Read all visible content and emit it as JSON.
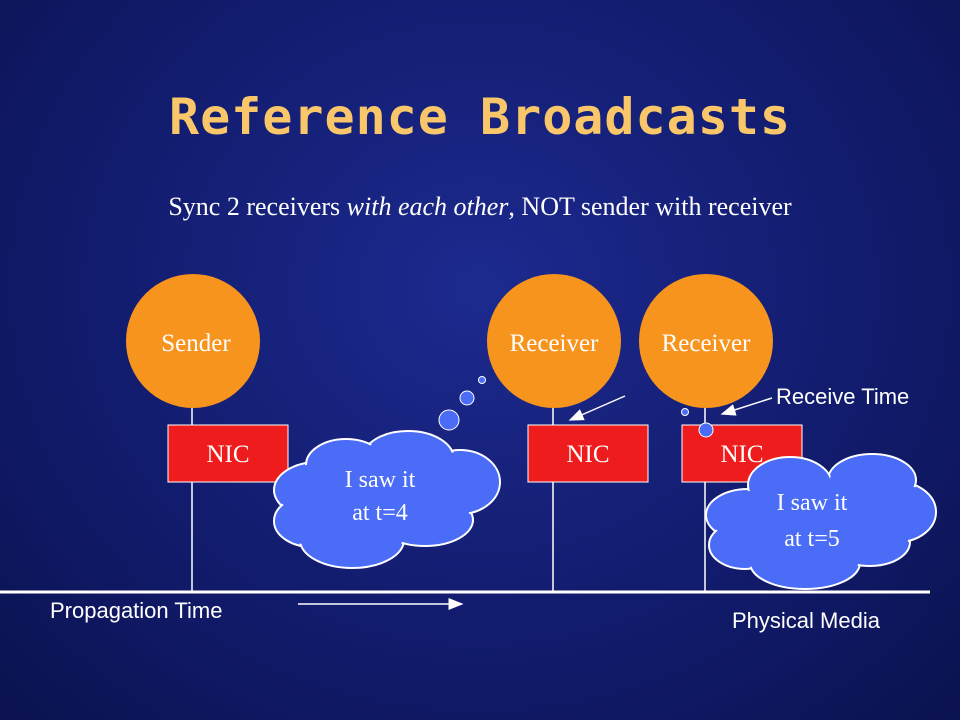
{
  "slide": {
    "title": "Reference Broadcasts",
    "subtitle": {
      "part1": "Sync 2 receivers ",
      "emphasis": "with each other",
      "part2": ", NOT sender with receiver"
    }
  },
  "diagram": {
    "nodes": [
      {
        "id": "sender",
        "label": "Sender",
        "nic": "NIC"
      },
      {
        "id": "receiver-1",
        "label": "Receiver",
        "nic": "NIC"
      },
      {
        "id": "receiver-2",
        "label": "Receiver",
        "nic": "NIC"
      }
    ],
    "bubbles": [
      {
        "line1": "I saw it",
        "line2": "at t=4"
      },
      {
        "line1": "I saw it",
        "line2": "at t=5"
      }
    ],
    "labels": {
      "receive_time": "Receive Time",
      "propagation_time": "Propagation Time",
      "physical_media": "Physical Media"
    },
    "colors": {
      "node": "#f7941d",
      "nic": "#ee1c1c",
      "bubble": "#4a6cf7",
      "title": "#f9c76a",
      "text": "#ffffff"
    }
  }
}
